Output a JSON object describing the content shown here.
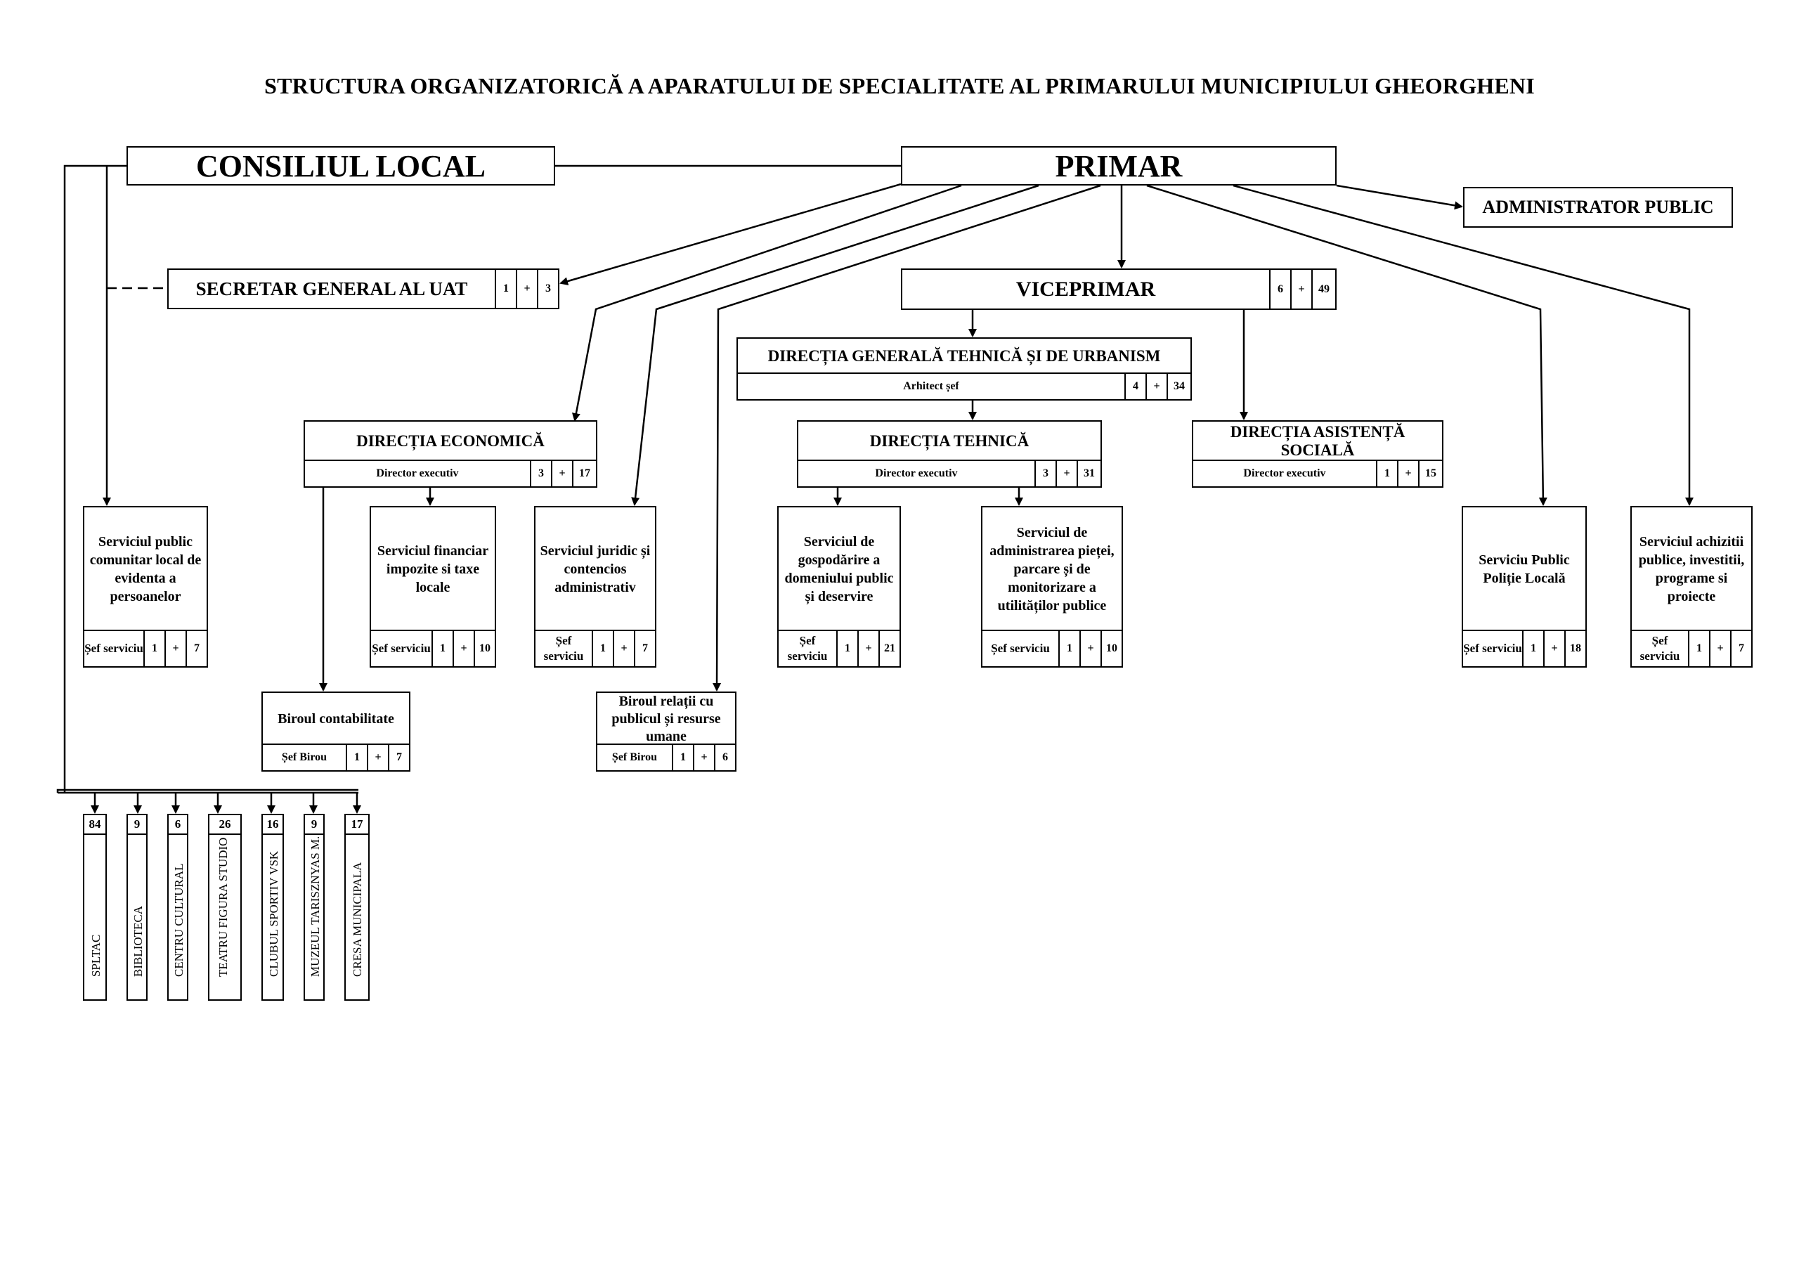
{
  "title": "STRUCTURA ORGANIZATORICĂ A APARATULUI DE SPECIALITATE AL PRIMARULUI MUNICIPIULUI GHEORGHENI",
  "consiliu": "CONSILIUL LOCAL",
  "primar": "PRIMAR",
  "administrator": "ADMINISTRATOR PUBLIC",
  "secretar": {
    "label": "SECRETAR GENERAL AL UAT",
    "a": "1",
    "plus": "+",
    "b": "3"
  },
  "viceprimar": {
    "label": "VICEPRIMAR",
    "a": "6",
    "plus": "+",
    "b": "49"
  },
  "dgtu": {
    "label": "DIRECȚIA GENERALĂ TEHNICĂ ȘI DE URBANISM",
    "sub": "Arhitect șef",
    "a": "4",
    "plus": "+",
    "b": "34"
  },
  "economica": {
    "label": "DIRECȚIA ECONOMICĂ",
    "sub": "Director executiv",
    "a": "3",
    "plus": "+",
    "b": "17"
  },
  "tehnica": {
    "label": "DIRECȚIA TEHNICĂ",
    "sub": "Director executiv",
    "a": "3",
    "plus": "+",
    "b": "31"
  },
  "asistenta": {
    "label": "DIRECȚIA  ASISTENȚĂ SOCIALĂ",
    "sub": "Director executiv",
    "a": "1",
    "plus": "+",
    "b": "15"
  },
  "services": [
    {
      "label": "Serviciul public comunitar local de evidenta a persoanelor",
      "sef": "Șef serviciu",
      "a": "1",
      "plus": "+",
      "b": "7"
    },
    {
      "label": "Serviciul financiar impozite si taxe locale",
      "sef": "Șef serviciu",
      "a": "1",
      "plus": "+",
      "b": "10"
    },
    {
      "label": "Serviciul juridic  și contencios administrativ",
      "sef": "Șef serviciu",
      "a": "1",
      "plus": "+",
      "b": "7"
    },
    {
      "label": "Serviciul de gospodărire a domeniului public și deservire",
      "sef": "Șef serviciu",
      "a": "1",
      "plus": "+",
      "b": "21"
    },
    {
      "label": "Serviciul de administrarea pieței, parcare și de monitorizare a utilităților publice",
      "sef": "Șef serviciu",
      "a": "1",
      "plus": "+",
      "b": "10"
    },
    {
      "label": "Serviciu Public Poliție Locală",
      "sef": "Șef serviciu",
      "a": "1",
      "plus": "+",
      "b": "18"
    },
    {
      "label": "Serviciul achizitii publice, investitii, programe si proiecte",
      "sef": "Șef serviciu",
      "a": "1",
      "plus": "+",
      "b": "7"
    }
  ],
  "birouri": [
    {
      "label": "Biroul  contabilitate",
      "sef": "Șef Birou",
      "a": "1",
      "plus": "+",
      "b": "7"
    },
    {
      "label": "Biroul  relații cu publicul și resurse umane",
      "sef": "Șef Birou",
      "a": "1",
      "plus": "+",
      "b": "6"
    }
  ],
  "institutions": [
    {
      "num": "84",
      "label": "SPLTAC"
    },
    {
      "num": "9",
      "label": "BIBLIOTECA"
    },
    {
      "num": "6",
      "label": "CENTRU CULTURAL"
    },
    {
      "num": "26",
      "label": "TEATRU FIGURA STUDIO"
    },
    {
      "num": "16",
      "label": "CLUBUL SPORTIV VSK"
    },
    {
      "num": "9",
      "label": "MUZEUL TARISZNYAS M."
    },
    {
      "num": "17",
      "label": "CRESA MUNICIPALA"
    }
  ]
}
